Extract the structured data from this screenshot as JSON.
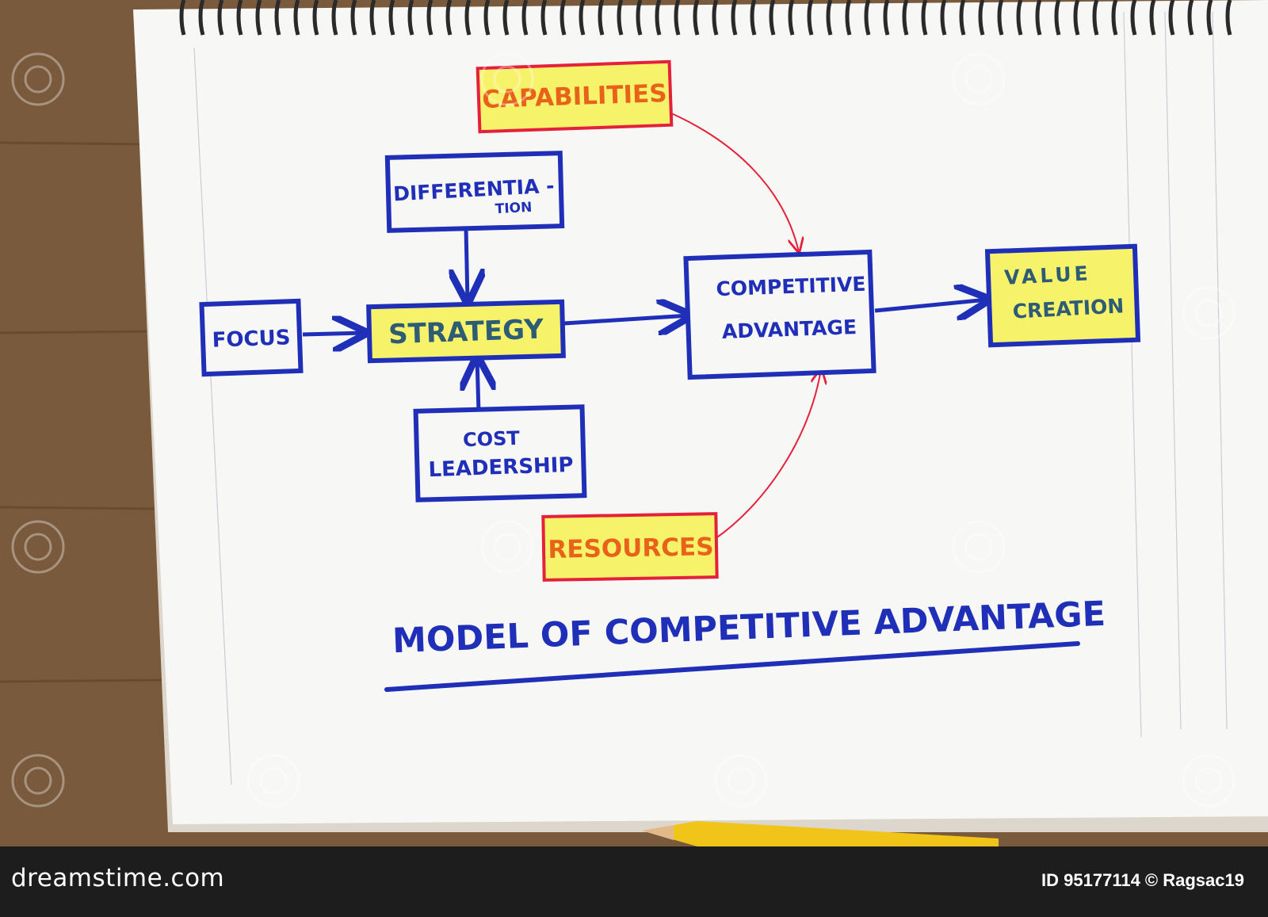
{
  "diagram": {
    "title": "MODEL OF COMPETITIVE ADVANTAGE",
    "nodes": {
      "capabilities": "CAPABILITIES",
      "differentiation_line1": "DIFFERENTIA -",
      "differentiation_line2": "TION",
      "focus": "FOCUS",
      "strategy": "STRATEGY",
      "cost_line1": "COST",
      "cost_line2": "LEADERSHIP",
      "competitive_line1": "COMPETITIVE",
      "competitive_line2": "ADVANTAGE",
      "value_line1": "VALUE",
      "value_line2": "CREATION",
      "resources": "RESOURCES"
    },
    "colors": {
      "ink_blue": "#1f2fb8",
      "ink_red": "#e5203a",
      "ink_orange": "#e8621a",
      "highlight_yellow": "#f6f36a",
      "paper": "#f7f7f5",
      "wood": "#7a5a3c"
    }
  },
  "footer": {
    "site": "dreamstime.com",
    "credit": "ID 95177114 © Ragsac19"
  }
}
